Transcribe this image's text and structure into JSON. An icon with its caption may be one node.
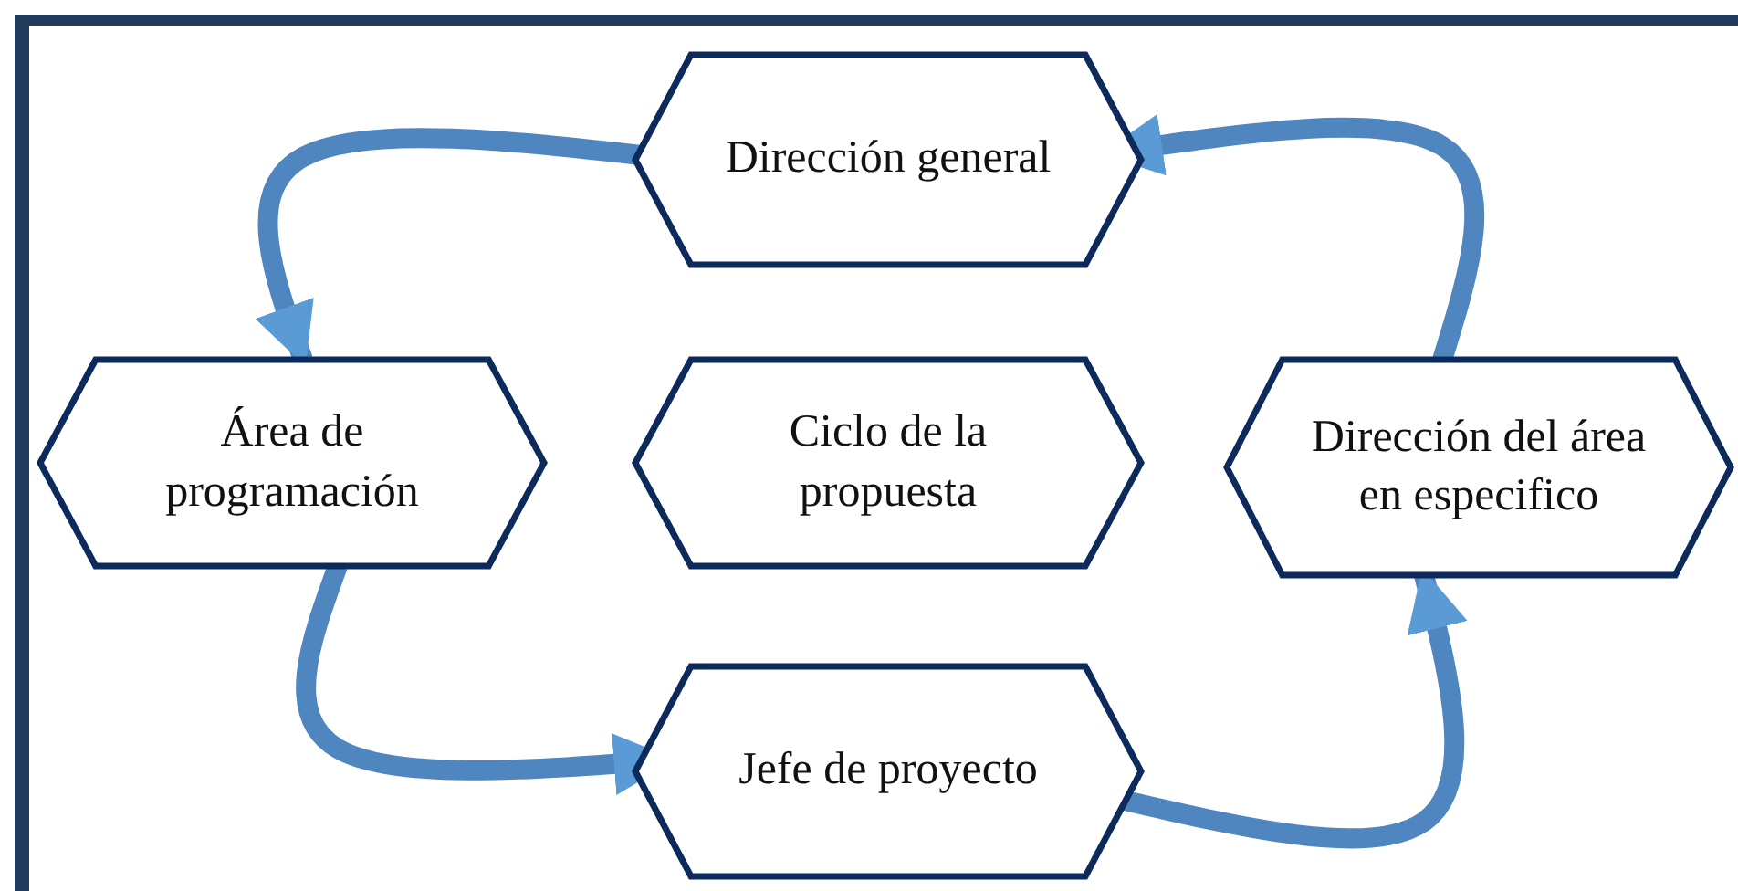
{
  "diagram": {
    "nodes": [
      {
        "text": [
          "Dirección general"
        ]
      },
      {
        "text": [
          "Área de programación"
        ]
      },
      {
        "text": [
          "Ciclo de la propuesta"
        ]
      },
      {
        "text": [
          "Dirección del área en especifico"
        ]
      },
      {
        "text": [
          "Jefe de proyecto"
        ]
      }
    ],
    "edges": [
      {
        "from": 0,
        "to": 1,
        "arrow": "to"
      },
      {
        "from": 1,
        "to": 4,
        "arrow": "to"
      },
      {
        "from": 4,
        "to": 3,
        "arrow": "to"
      },
      {
        "from": 3,
        "to": 0,
        "arrow": "to"
      }
    ]
  }
}
